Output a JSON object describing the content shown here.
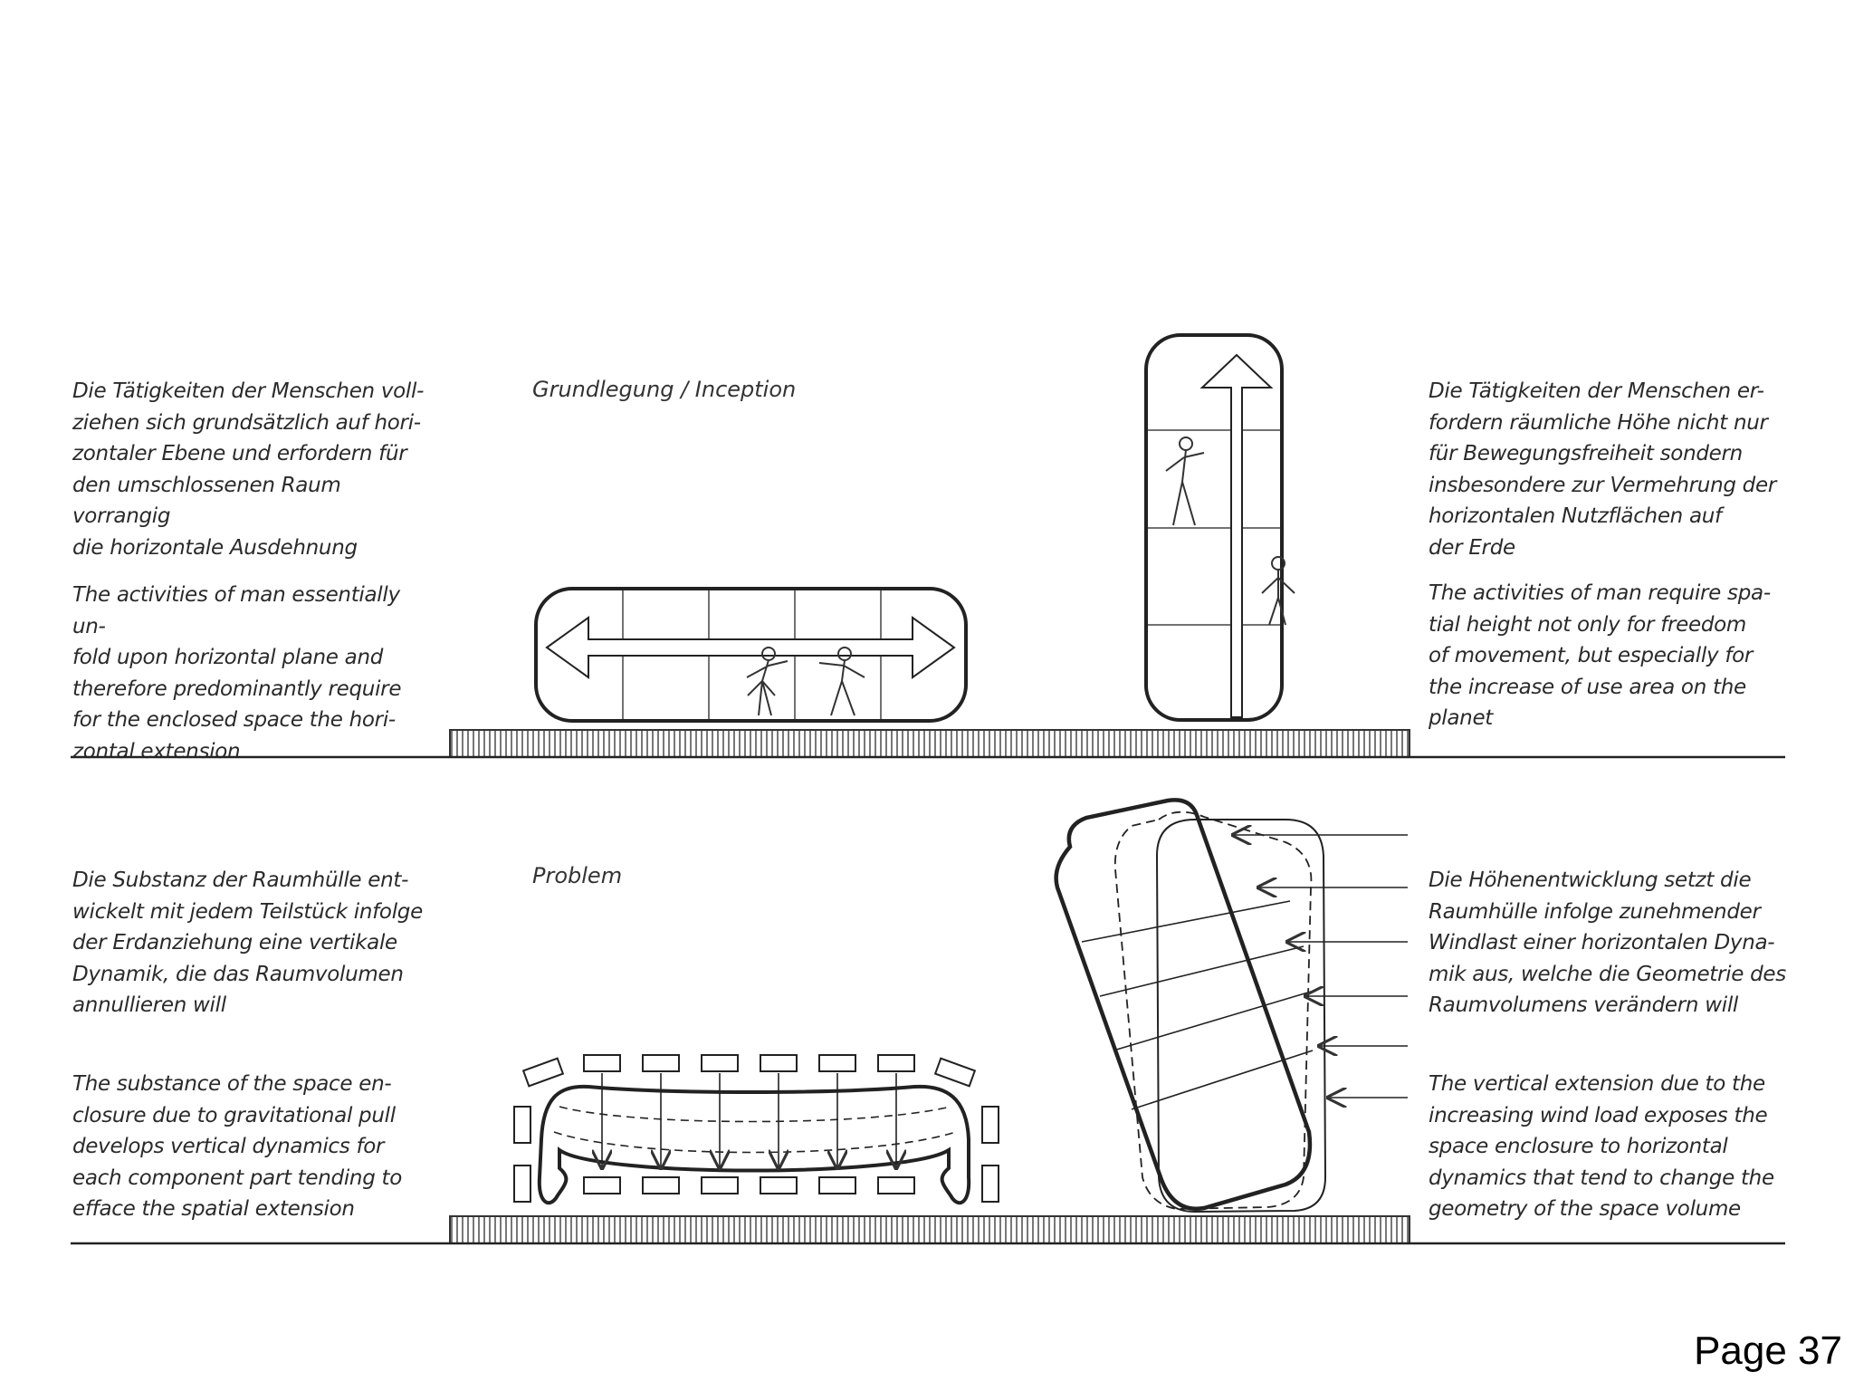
{
  "top": {
    "left_de": "Die Tätigkeiten der Menschen voll-\nziehen sich grundsätzlich auf hori-\nzontaler Ebene und erfordern für\nden umschlossenen Raum vorrangig\ndie horizontale Ausdehnung",
    "left_en": "The activities of man essentially un-\nfold upon horizontal plane and\ntherefore predominantly require\nfor the enclosed space the hori-\nzontal extension",
    "title": "Grundlegung / Inception",
    "right_de": "Die Tätigkeiten der Menschen er-\nfordern räumliche Höhe nicht nur\nfür Bewegungsfreiheit sondern\ninsbesondere zur Vermehrung der\nhorizontalen Nutzflächen auf\nder Erde",
    "right_en": "The activities of man require spa-\ntial height not only for freedom\nof movement, but especially for\nthe increase of use area on the\nplanet"
  },
  "bottom": {
    "left_de": "Die Substanz der Raumhülle ent-\nwickelt mit jedem Teilstück infolge\nder Erdanziehung eine vertikale\nDynamik, die das Raumvolumen\nannullieren will",
    "left_en": "The substance of the space en-\nclosure due to gravitational pull\ndevelops vertical dynamics for\neach component part tending to\nefface the spatial extension",
    "title": "Problem",
    "right_de": "Die Höhenentwicklung setzt die\nRaumhülle infolge zunehmender\nWindlast einer horizontalen Dyna-\nmik aus, welche die Geometrie des\nRaumvolumens verändern will",
    "right_en": "The vertical extension due to the\nincreasing wind load exposes the\nspace enclosure to horizontal\ndynamics that tend to change the\ngeometry of the space volume"
  },
  "page_number": "Page 37"
}
